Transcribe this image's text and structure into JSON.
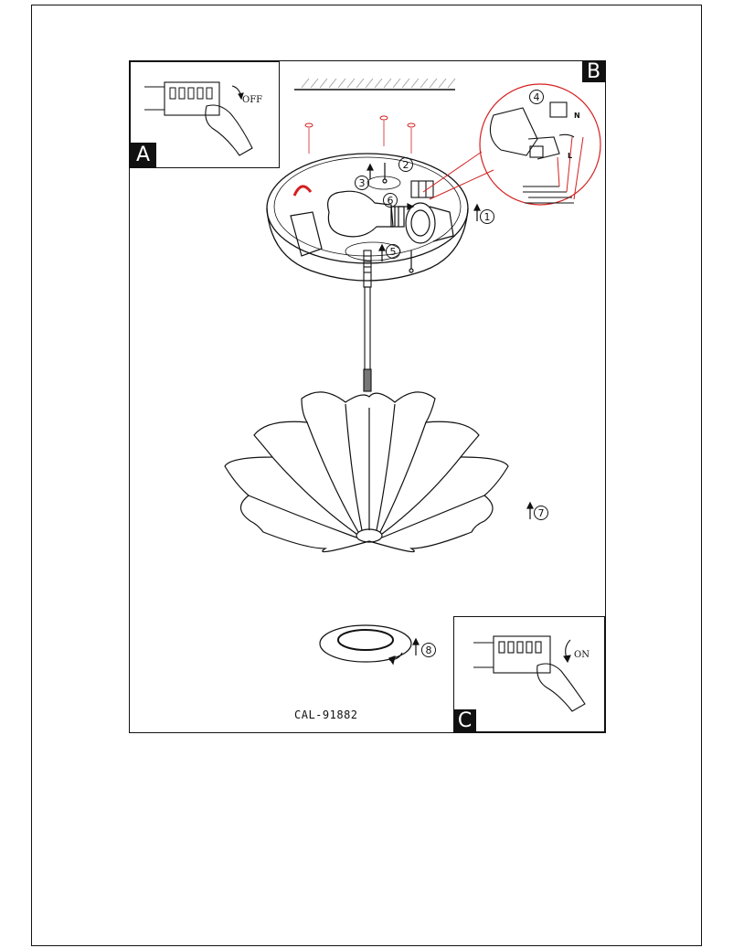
{
  "panels": {
    "a": {
      "tag": "A",
      "switch_label": "OFF"
    },
    "b": {
      "tag": "B"
    },
    "c": {
      "tag": "C",
      "switch_label": "ON"
    }
  },
  "steps": [
    "1",
    "2",
    "3",
    "4",
    "5",
    "6",
    "7",
    "8"
  ],
  "terminal_labels": {
    "neutral": "N",
    "live": "L"
  },
  "model_code": "CAL-91882",
  "colors": {
    "line": "#111111",
    "callout": "#d42020",
    "frame": "#111111"
  }
}
